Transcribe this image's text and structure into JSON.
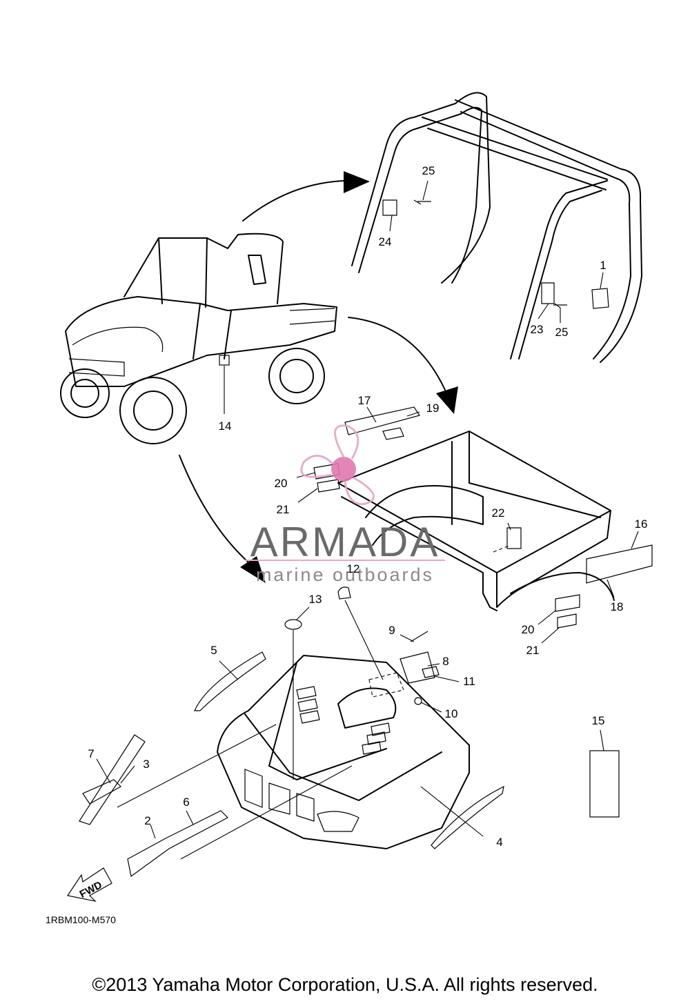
{
  "diagram": {
    "part_code": "1RBM100-M570",
    "fwd_label": "FWD",
    "callouts": [
      "1",
      "2",
      "3",
      "4",
      "5",
      "6",
      "7",
      "8",
      "9",
      "10",
      "11",
      "12",
      "13",
      "14",
      "15",
      "16",
      "17",
      "18",
      "19",
      "20",
      "21",
      "22",
      "23",
      "24",
      "25"
    ],
    "callout_labels": {
      "c1": "1",
      "c2": "2",
      "c3": "3",
      "c4": "4",
      "c5": "5",
      "c6": "6",
      "c7": "7",
      "c8": "8",
      "c9": "9",
      "c10": "10",
      "c11": "11",
      "c12": "12",
      "c13": "13",
      "c14": "14",
      "c15": "15",
      "c16": "16",
      "c17": "17",
      "c18": "18",
      "c19": "19",
      "c20a": "20",
      "c20b": "20",
      "c21a": "21",
      "c21b": "21",
      "c22": "22",
      "c23": "23",
      "c24": "24",
      "c25a": "25",
      "c25b": "25"
    }
  },
  "watermark": {
    "title": "ARMADA",
    "subtitle": "marine outboards",
    "logo_color": "#e6a6c6",
    "logo_accent": "#e07ab0"
  },
  "copyright": "©2013 Yamaha Motor Corporation, U.S.A. All rights reserved."
}
